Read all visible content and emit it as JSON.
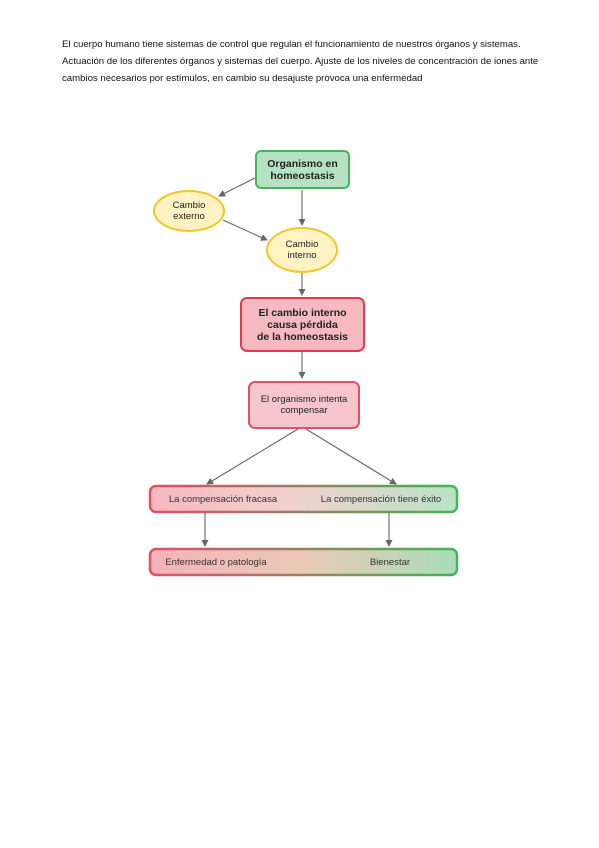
{
  "paragraph": "El cuerpo humano tiene sistemas de control que regulan el funcionamiento de nuestros órganos y sistemas. Actuación de los diferentes órganos y sistemas del cuerpo. Ajuste de los niveles de concentración de iones ante cambios necesarios por estímulos, en cambio su desajuste provoca una enfermedad",
  "diagram": {
    "organismo": "Organismo en\nhomeostasis",
    "cambio_externo": "Cambio\nexterno",
    "cambio_interno": "Cambio\ninterno",
    "perdida": "El cambio interno\ncausa pérdida\nde la homeostasis",
    "compensar": "El organismo intenta\ncompensar",
    "fracasa": "La compensación fracasa",
    "exito": "La compensación tiene éxito",
    "enfermedad": "Enfermedad o patología",
    "bienestar": "Bienestar"
  },
  "colors": {
    "green": "#45b45a",
    "yellow": "#f2c624",
    "red": "#e03c4e",
    "arrow": "#666666"
  }
}
